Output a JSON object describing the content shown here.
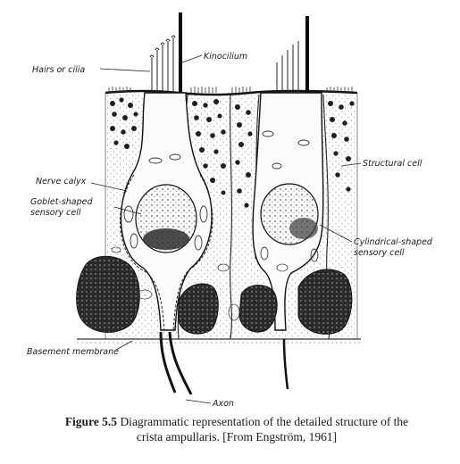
{
  "labels": {
    "hairs": "Hairs or cilia",
    "kinocilium": "Kinocilium",
    "nerve_calyx": "Nerve calyx",
    "goblet_1": "Goblet-shaped",
    "goblet_2": "sensory cell",
    "structural": "Structural cell",
    "cyl_1": "Cylindrical-shaped",
    "cyl_2": "sensory cell",
    "basement": "Basement membrane",
    "axon": "Axon"
  },
  "caption": {
    "label": "Figure 5.5",
    "line1": "Diagrammatic representation of the detailed structure of the",
    "line2": "crista ampullaris. [From Engström, 1961]"
  }
}
